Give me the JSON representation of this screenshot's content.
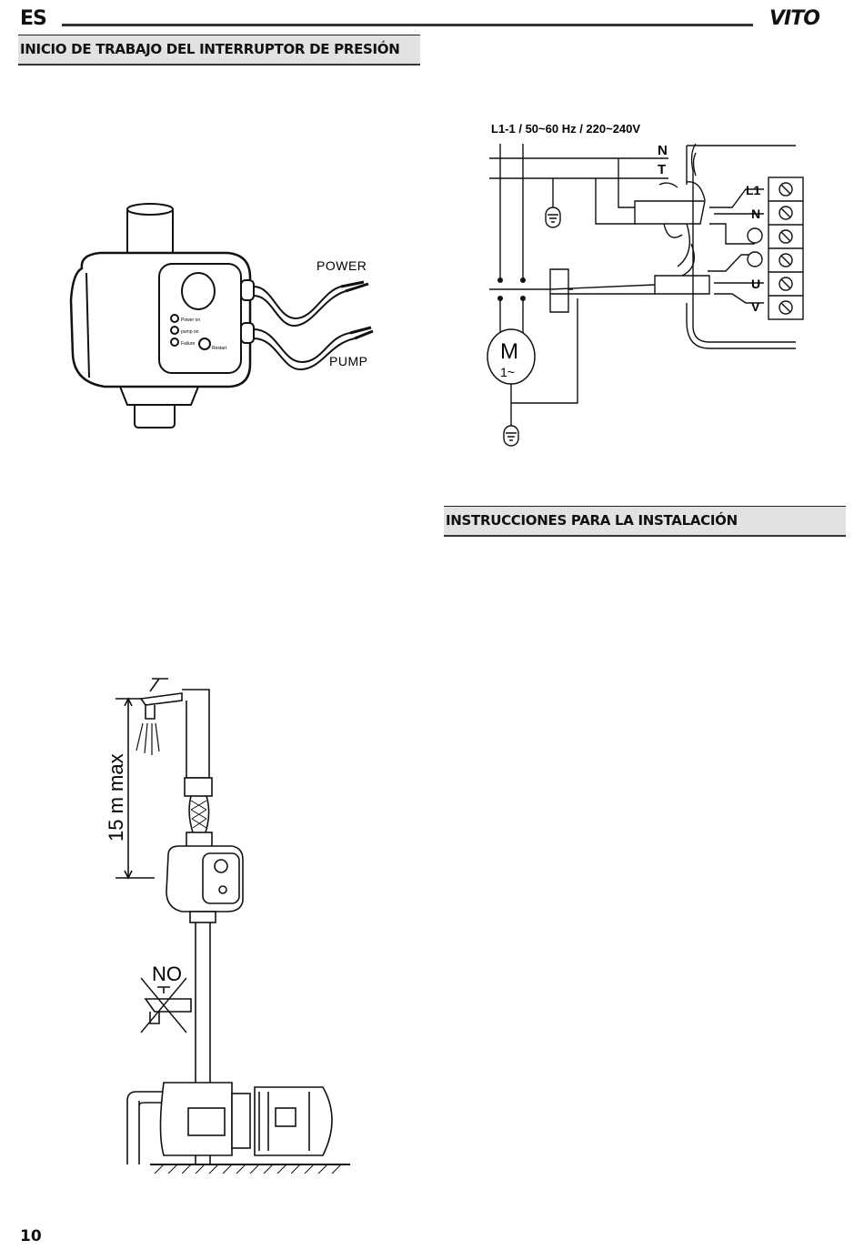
{
  "header": {
    "language": "ES",
    "brand": "VITO"
  },
  "sections": {
    "start": {
      "title": "INICIO DE TRABAJO DEL INTERRUPTOR DE PRESIÓN"
    },
    "install": {
      "title": "INSTRUCCIONES PARA LA INSTALACIÓN"
    }
  },
  "device_figure": {
    "power_label": "POWER",
    "pump_label": "PUMP",
    "led_power": "Power on",
    "led_pump": "pump on",
    "led_failure": "Failure",
    "reset_label": "Restart"
  },
  "wiring": {
    "supply": "L1-1 / 50~60 Hz / 220~240V",
    "n_line": "N",
    "t_line": "T",
    "terminals": [
      "L1",
      "N",
      "",
      "",
      "U",
      "V"
    ],
    "motor_letter": "M",
    "motor_phase": "1~"
  },
  "install_figure": {
    "height_label": "15 m max",
    "no_label": "NO"
  },
  "footer": {
    "page_number": "10"
  }
}
